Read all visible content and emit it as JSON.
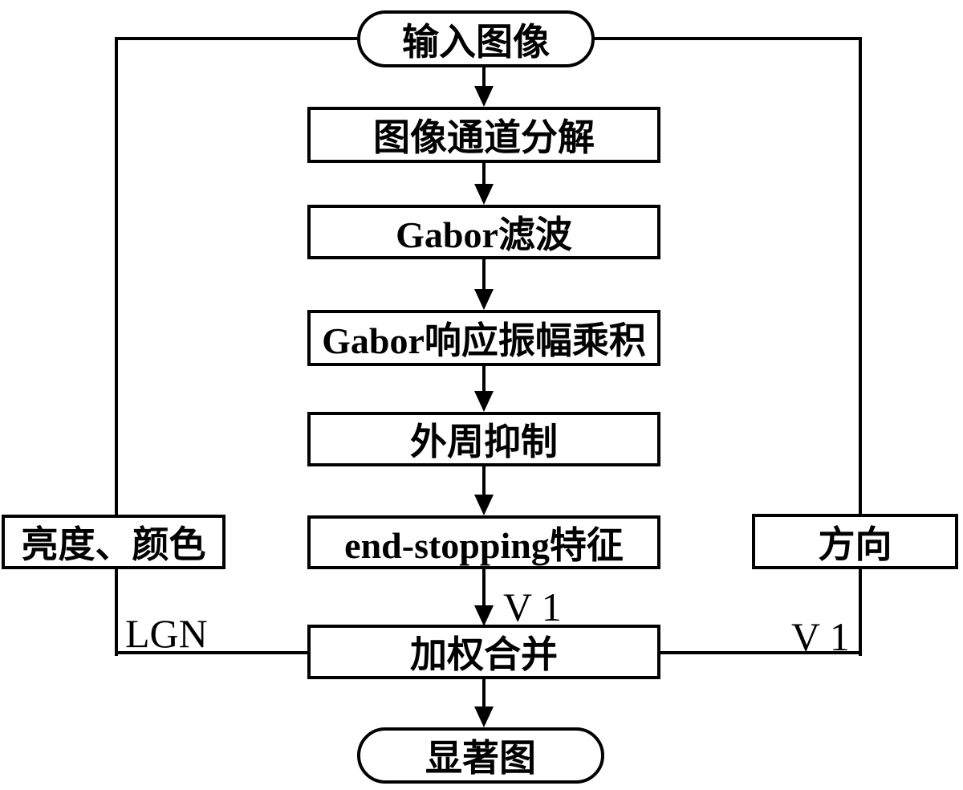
{
  "nodes": {
    "input": "输入图像",
    "channel_decomposition": "图像通道分解",
    "gabor_filter": "Gabor滤波",
    "gabor_amplitude_product": "Gabor响应振幅乘积",
    "surround_suppression": "外周抑制",
    "end_stopping_feature": "end-stopping特征",
    "weighted_combination": "加权合并",
    "saliency_map": "显著图",
    "luminance_color": "亮度、颜色",
    "orientation": "方向"
  },
  "edge_labels": {
    "v1_center": "V 1",
    "lgn_left": "LGN",
    "v1_right": "V 1"
  },
  "colors": {
    "background": "#ffffff",
    "line": "#000000",
    "text": "#000000"
  }
}
